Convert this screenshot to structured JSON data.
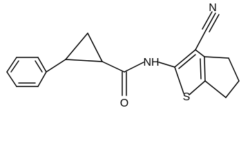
{
  "molecule": {
    "atoms": {
      "N_nitrile": "N",
      "N_amide": "NH",
      "O_carbonyl": "O",
      "S_thiophene": "S"
    }
  },
  "colors": {
    "bond": "#000000",
    "label": "#000000",
    "background": "#ffffff"
  }
}
